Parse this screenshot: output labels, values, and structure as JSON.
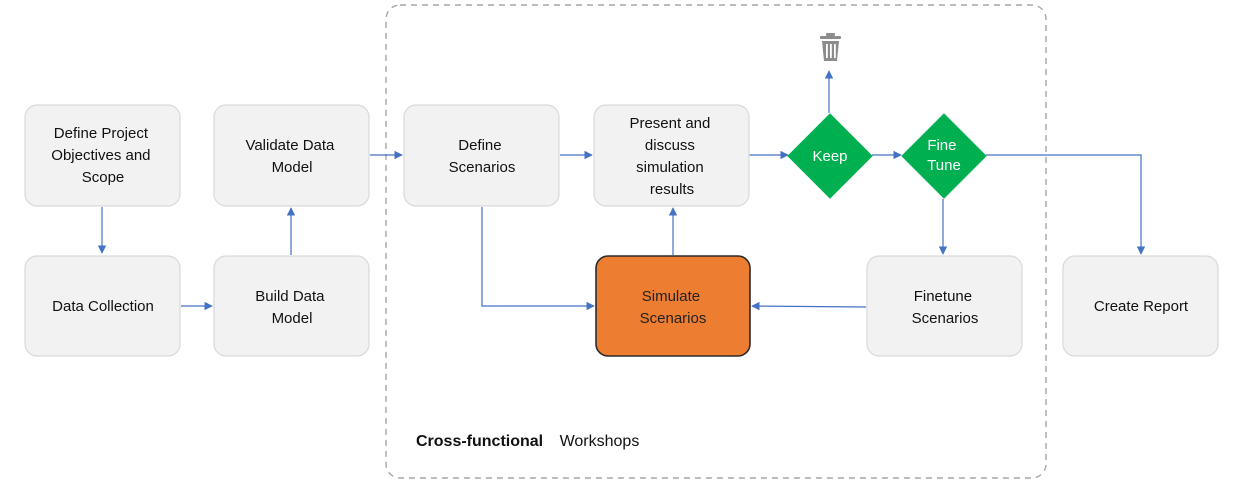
{
  "nodes": {
    "define_objectives": [
      "Define Project",
      "Objectives and",
      "Scope"
    ],
    "data_collection": [
      "Data Collection"
    ],
    "validate_model": [
      "Validate Data",
      "Model"
    ],
    "build_model": [
      "Build Data",
      "Model"
    ],
    "define_scenarios": [
      "Define",
      "Scenarios"
    ],
    "present_results": [
      "Present and",
      "discuss",
      "simulation",
      "results"
    ],
    "simulate_scenarios": [
      "Simulate",
      "Scenarios"
    ],
    "finetune_scenarios": [
      "Finetune",
      "Scenarios"
    ],
    "create_report": [
      "Create Report"
    ]
  },
  "decisions": {
    "keep": [
      "Keep"
    ],
    "fine_tune": [
      "Fine",
      "Tune"
    ]
  },
  "group": {
    "label_bold": "Cross-functional",
    "label_normal": "Workshops"
  },
  "icons": {
    "discard": "trash-icon"
  },
  "colors": {
    "box_fill": "#f2f2f2",
    "highlight_fill": "#ed7d31",
    "decision_fill": "#00b050",
    "edge": "#4472c4",
    "frame": "#a6a6a6"
  }
}
